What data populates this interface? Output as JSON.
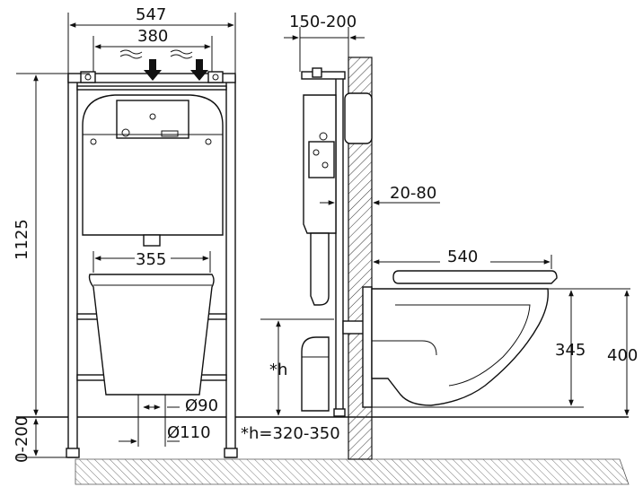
{
  "dimensions": {
    "frame_width": "547",
    "inlet_spacing": "380",
    "wall_depth": "150-200",
    "frame_height": "1125",
    "bowl_width": "355",
    "pipe_d90": "Ø90",
    "pipe_d110": "Ø110",
    "adjust_range": "0-200",
    "wall_offset": "20-80",
    "bowl_length": "540",
    "seat_height_low": "345",
    "seat_height_high": "400",
    "h_label": "*h",
    "h_range": "*h=320-350"
  }
}
